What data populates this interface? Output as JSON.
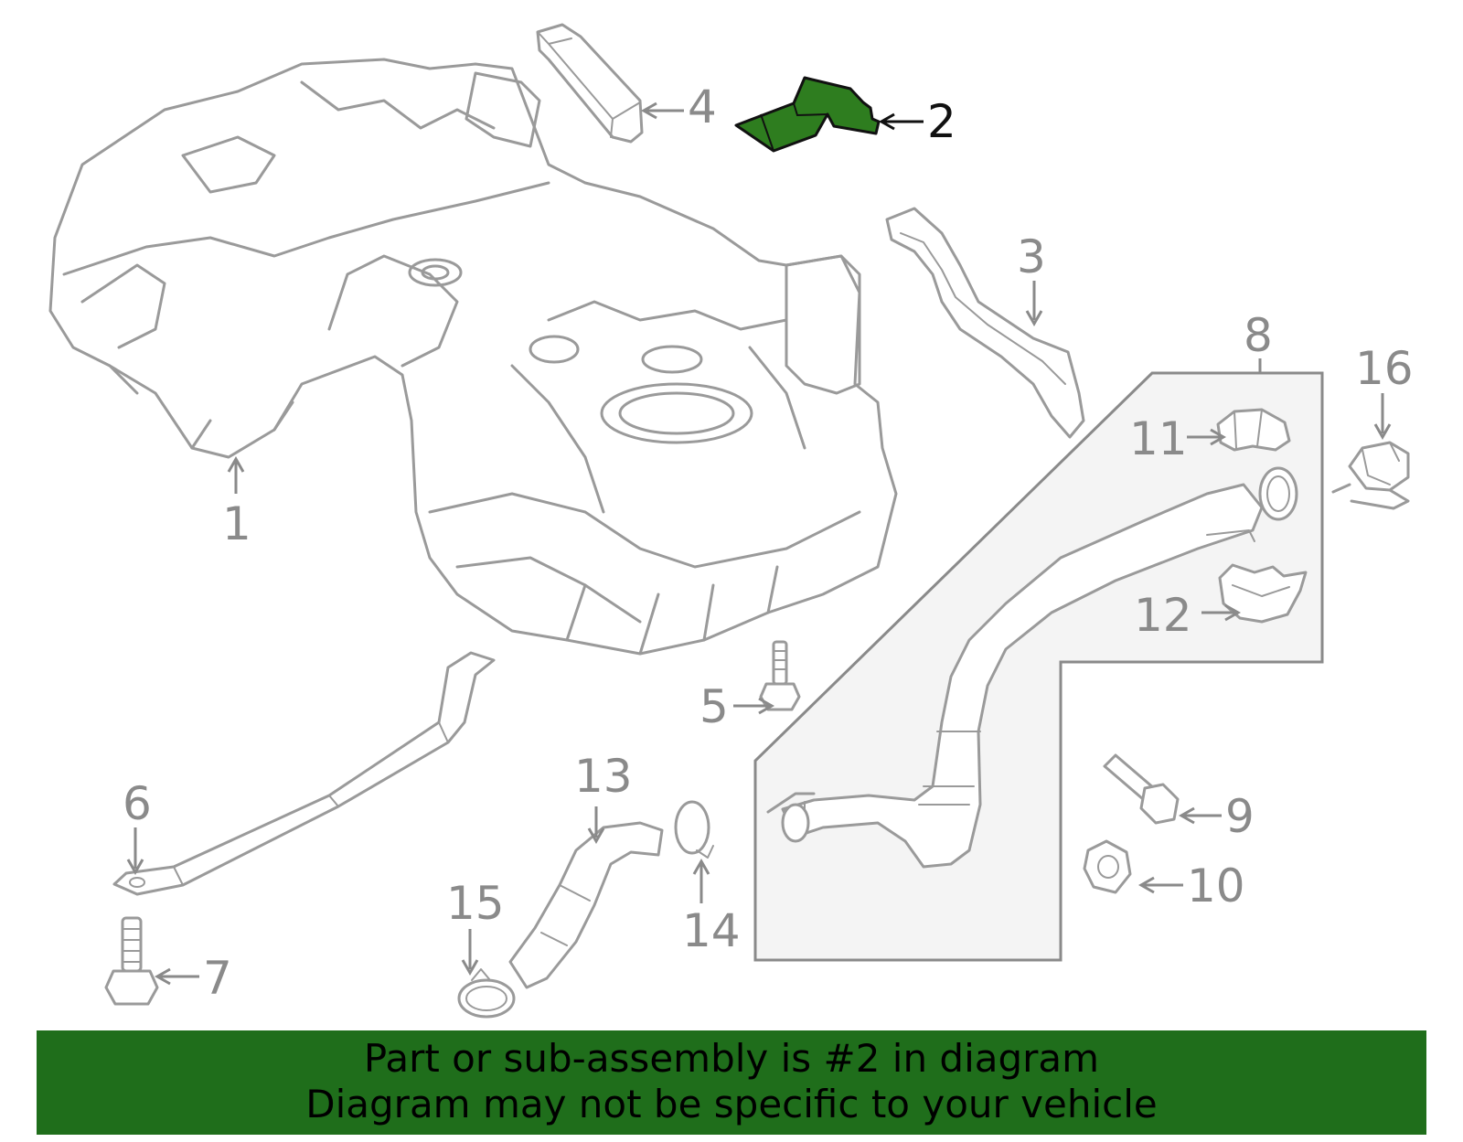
{
  "diagram": {
    "callouts": [
      "1",
      "2",
      "3",
      "4",
      "5",
      "6",
      "7",
      "8",
      "9",
      "10",
      "11",
      "12",
      "13",
      "14",
      "15",
      "16"
    ],
    "selected_part": "2",
    "colors": {
      "highlight_part": "#2e7d1f",
      "line_art": "#9a9a9a",
      "callout_text": "#8a8a8a",
      "selected_callout_text": "#111111",
      "banner_background": "#1f6e1b",
      "group_box_fill": "#f4f4f4"
    }
  },
  "banner": {
    "line1": "Part or sub-assembly is #2 in diagram",
    "line2": "Diagram may not be specific to your vehicle"
  }
}
